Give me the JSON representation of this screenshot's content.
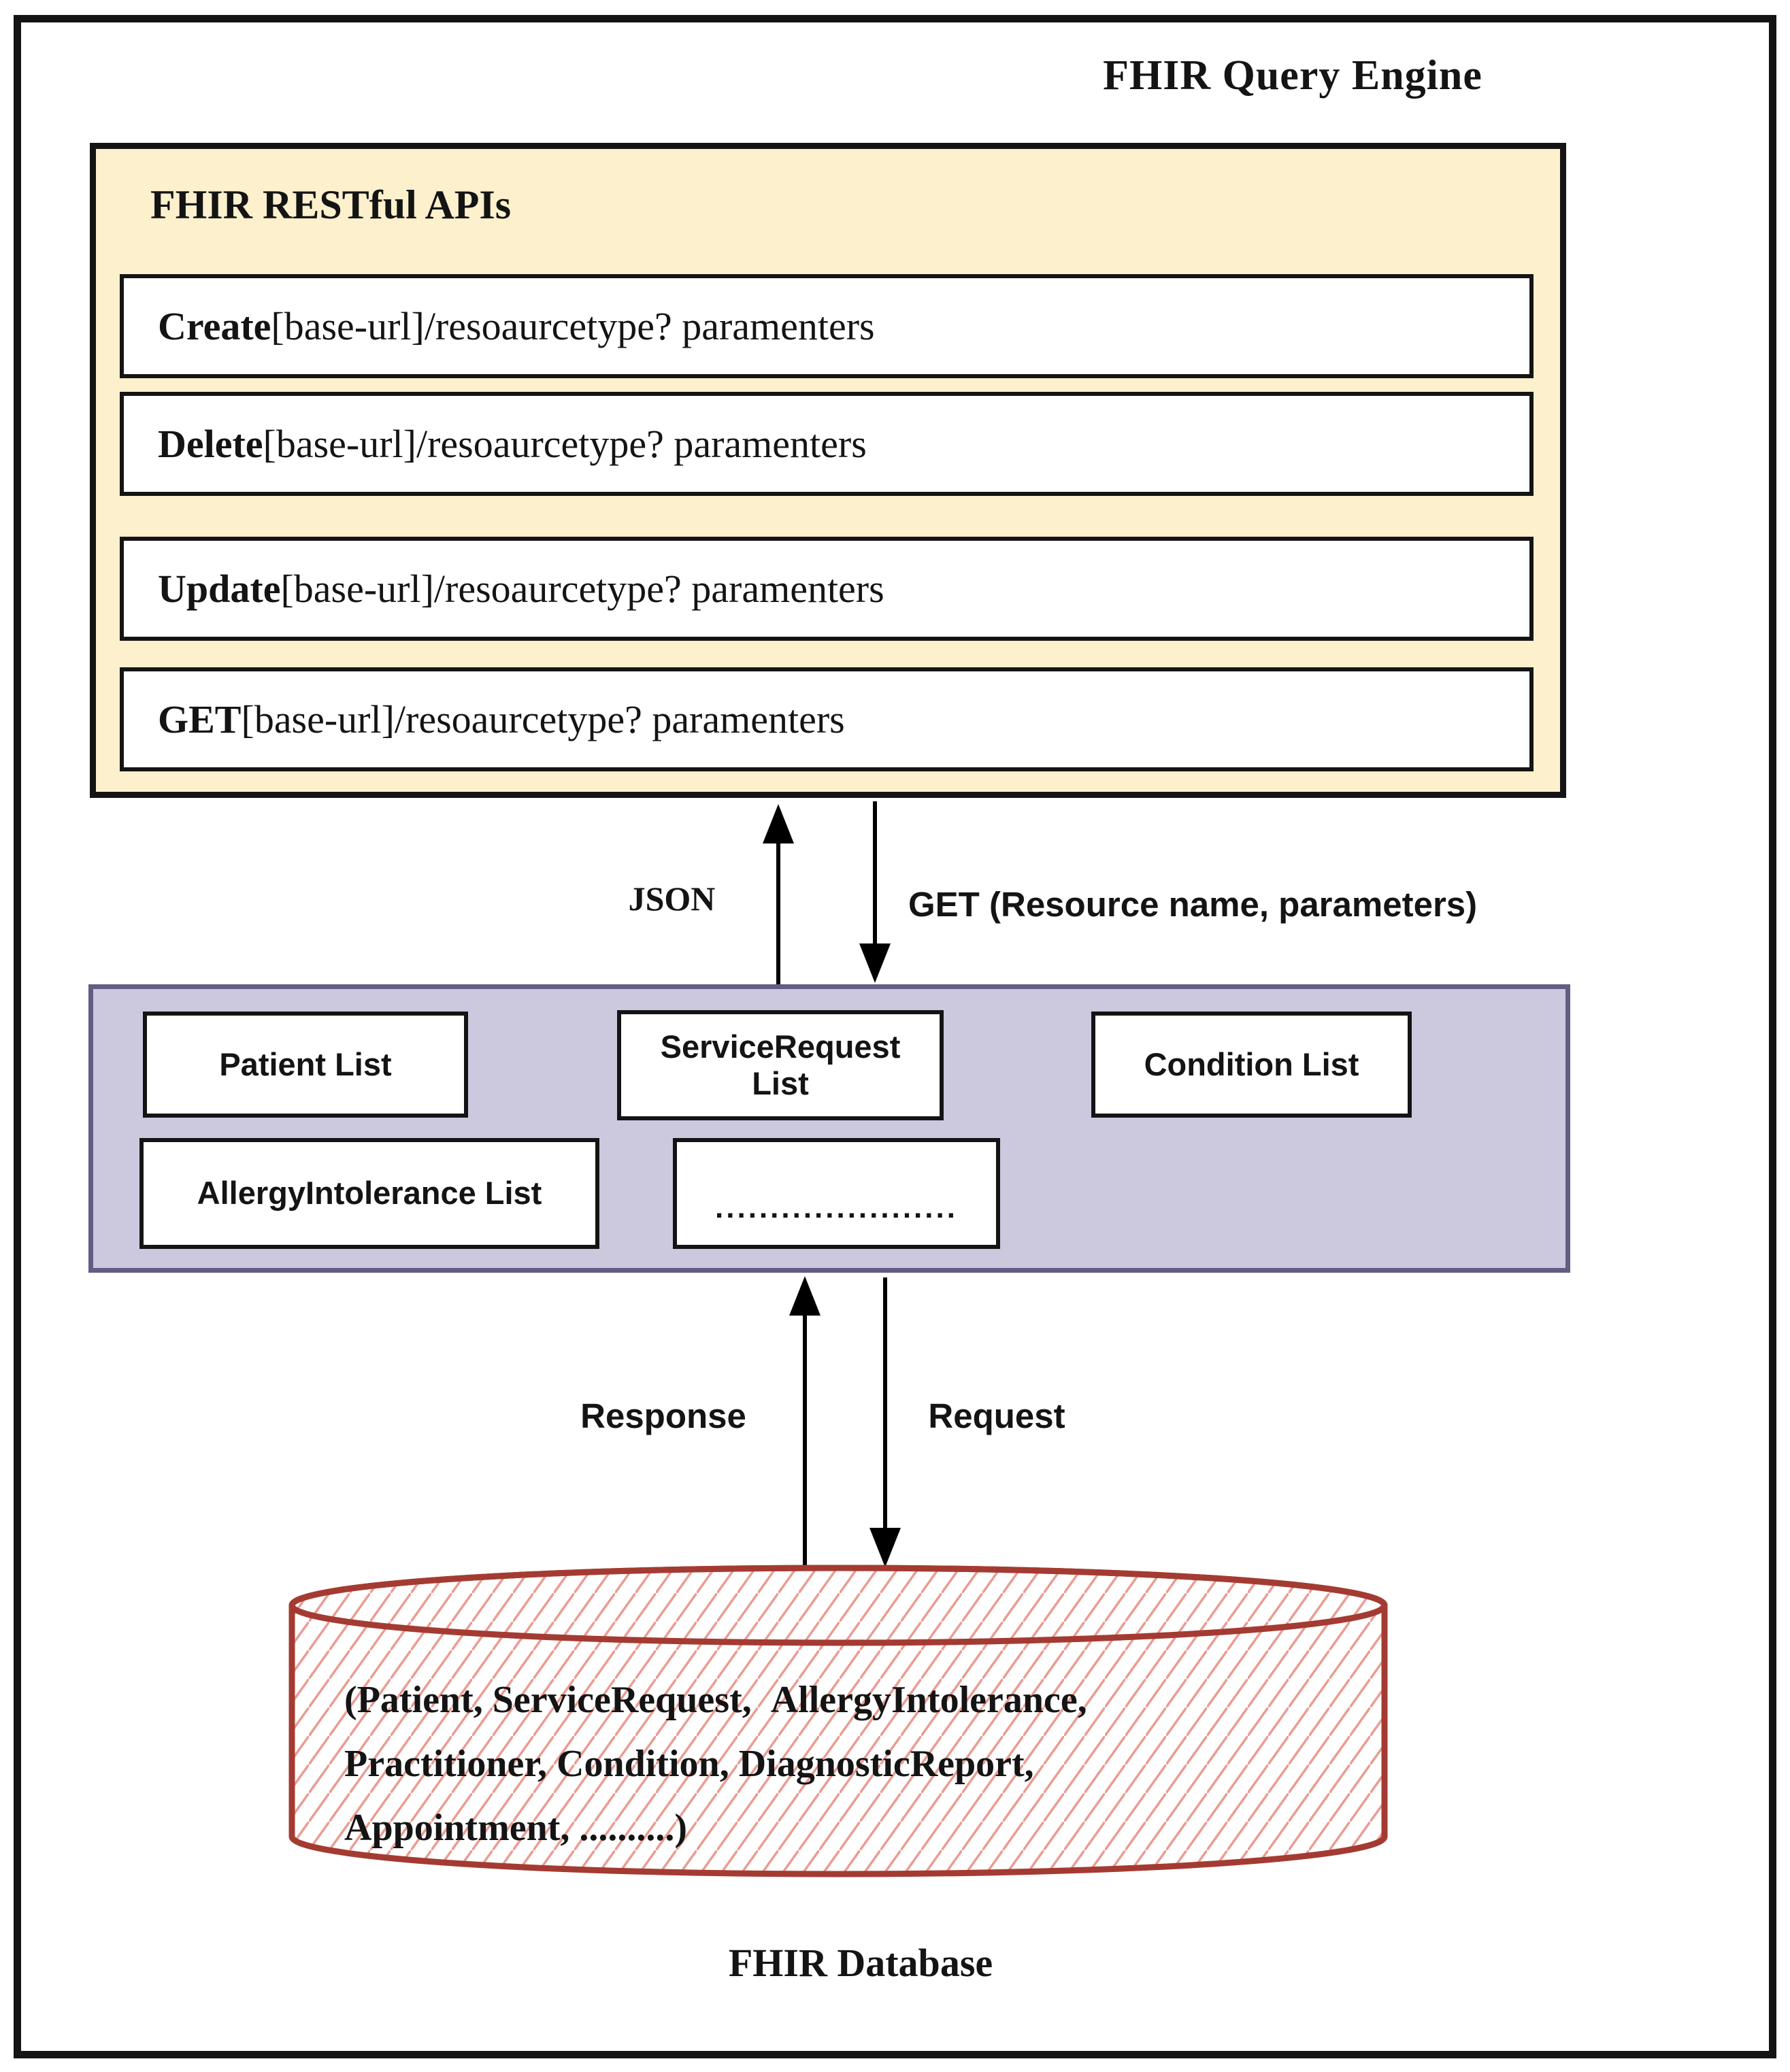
{
  "title": "FHIR Query Engine",
  "api_panel": {
    "title": "FHIR RESTful APIs",
    "rows": [
      {
        "method": "Create",
        "path": "[base-url]/resoaurcetype? paramenters"
      },
      {
        "method": "Delete",
        "path": "[base-url]/resoaurcetype? paramenters"
      },
      {
        "method": "Update",
        "path": "[base-url]/resoaurcetype? paramenters"
      },
      {
        "method": "GET",
        "path": "[base-url]/resoaurcetype? paramenters"
      }
    ]
  },
  "engine_lists_link": {
    "up_label": "JSON",
    "down_label": "GET (Resource name, parameters)"
  },
  "lists_panel": {
    "boxes": [
      {
        "label": "Patient List"
      },
      {
        "label": "ServiceRequest List"
      },
      {
        "label": "Condition List"
      },
      {
        "label": "AllergyIntolerance List"
      },
      {
        "label": "......................"
      }
    ]
  },
  "lists_db_link": {
    "up_label": "Response",
    "down_label": "Request"
  },
  "database": {
    "content_lines": [
      "(Patient, ServiceRequest,  AllergyIntolerance,",
      "Practitioner, Condition, DiagnosticReport,",
      "Appointment, ..........)"
    ],
    "caption": "FHIR Database"
  },
  "colors": {
    "frame": "#141414",
    "api_panel_fill": "#FCF0CD",
    "lists_panel_fill": "#CCC8DE",
    "lists_panel_border": "#615D83",
    "db_stroke": "#A43B32",
    "db_hatch": "#EA9C93"
  }
}
